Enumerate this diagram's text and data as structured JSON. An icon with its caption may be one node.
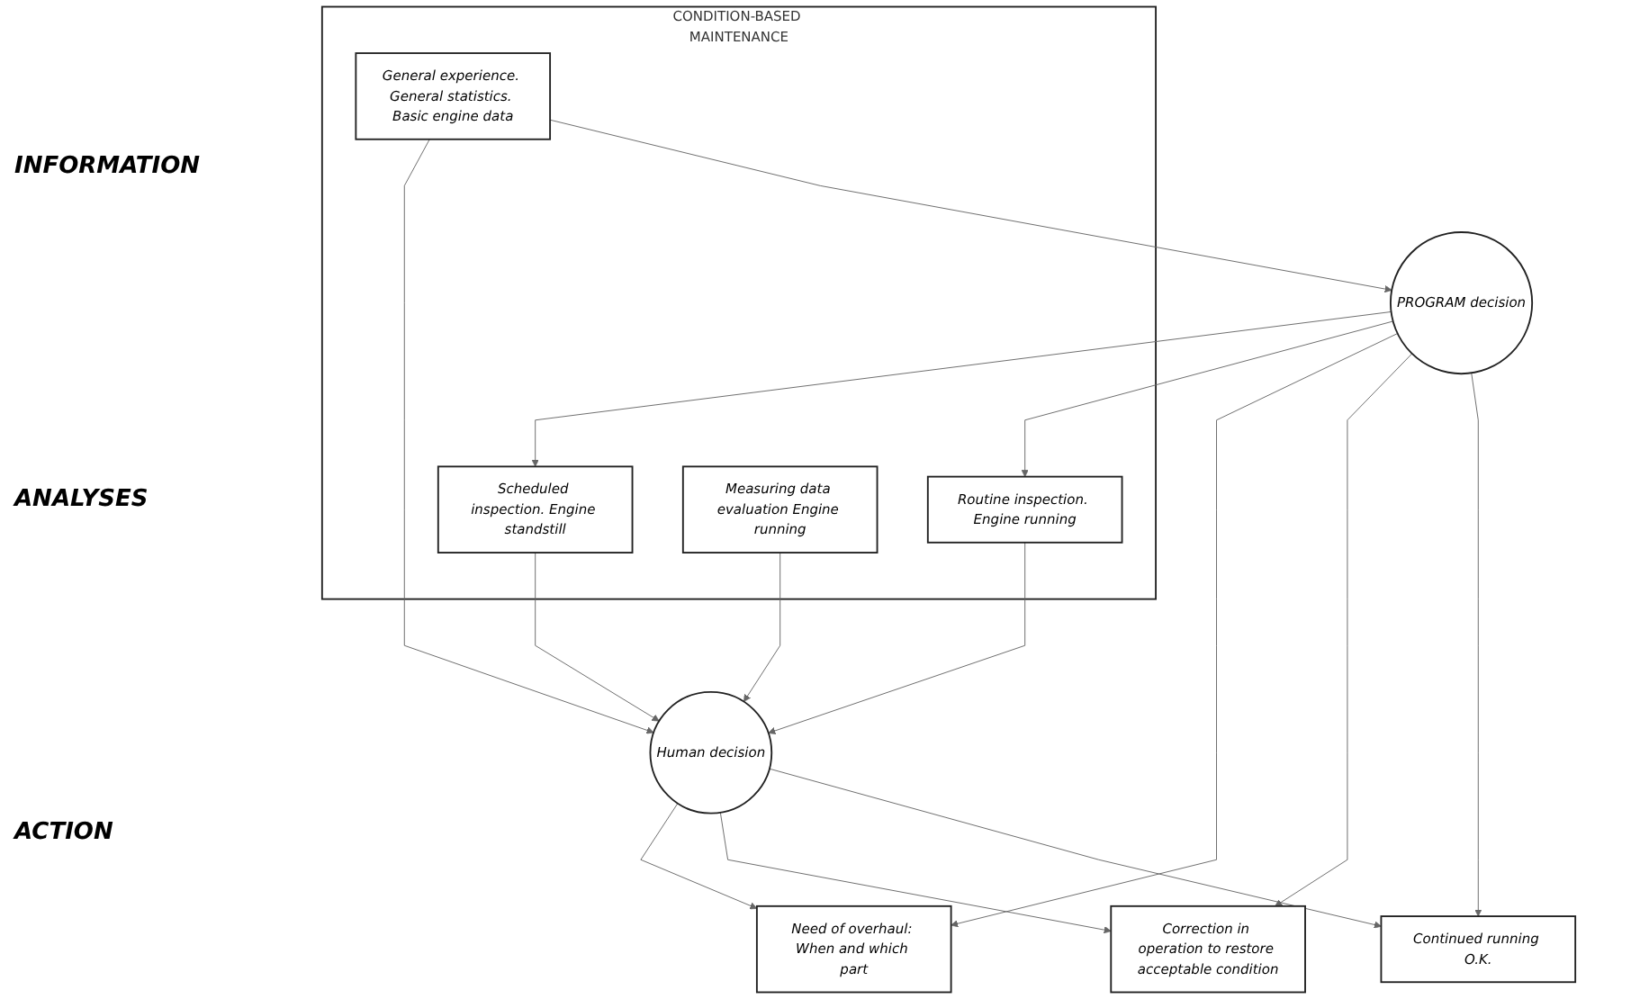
{
  "diagram": {
    "nodes": [
      {
        "text": [
          "CONDITION-BASED MAINTENANCE"
        ]
      },
      {
        "text": [
          "Scheduled inspection. Engine standstill"
        ],
        "in": 0
      },
      {
        "text": [
          "Routine inspection. Engine running"
        ],
        "in": 0
      },
      {
        "text": [
          "Measuring data evaluation Engine running"
        ],
        "in": 0
      },
      {
        "text": [
          "General experience. General statistics. Basic engine data"
        ],
        "in": 0
      },
      {
        "text": [
          "Human decision"
        ]
      },
      {
        "text": [
          "PROGRAM decision"
        ]
      },
      {
        "text": [
          "Need of overhaul: When and which part"
        ]
      },
      {
        "text": [
          "Correction in operation to restore acceptable condition"
        ]
      },
      {
        "text": [
          "Continued running O.K."
        ]
      }
    ],
    "edges": [
      {
        "from": 1,
        "to": 5,
        "arrow": "to"
      },
      {
        "from": 2,
        "to": 5,
        "arrow": "to"
      },
      {
        "from": 3,
        "to": 5,
        "arrow": "to"
      },
      {
        "from": 4,
        "to": 5,
        "arrow": "to"
      },
      {
        "from": 4,
        "to": 6,
        "arrow": "to"
      },
      {
        "from": 6,
        "to": 1,
        "arrow": "to"
      },
      {
        "from": 6,
        "to": 2,
        "arrow": "to"
      },
      {
        "from": 5,
        "to": 7,
        "arrow": "to"
      },
      {
        "from": 5,
        "to": 8,
        "arrow": "to"
      },
      {
        "from": 5,
        "to": 9,
        "arrow": "to"
      },
      {
        "from": 6,
        "to": 7,
        "arrow": "to"
      },
      {
        "from": 6,
        "to": 8,
        "arrow": "to"
      },
      {
        "from": 6,
        "to": 9,
        "arrow": "to"
      }
    ],
    "labels": [
      "INFORMATION",
      "ANALYSES",
      "ACTION"
    ]
  }
}
